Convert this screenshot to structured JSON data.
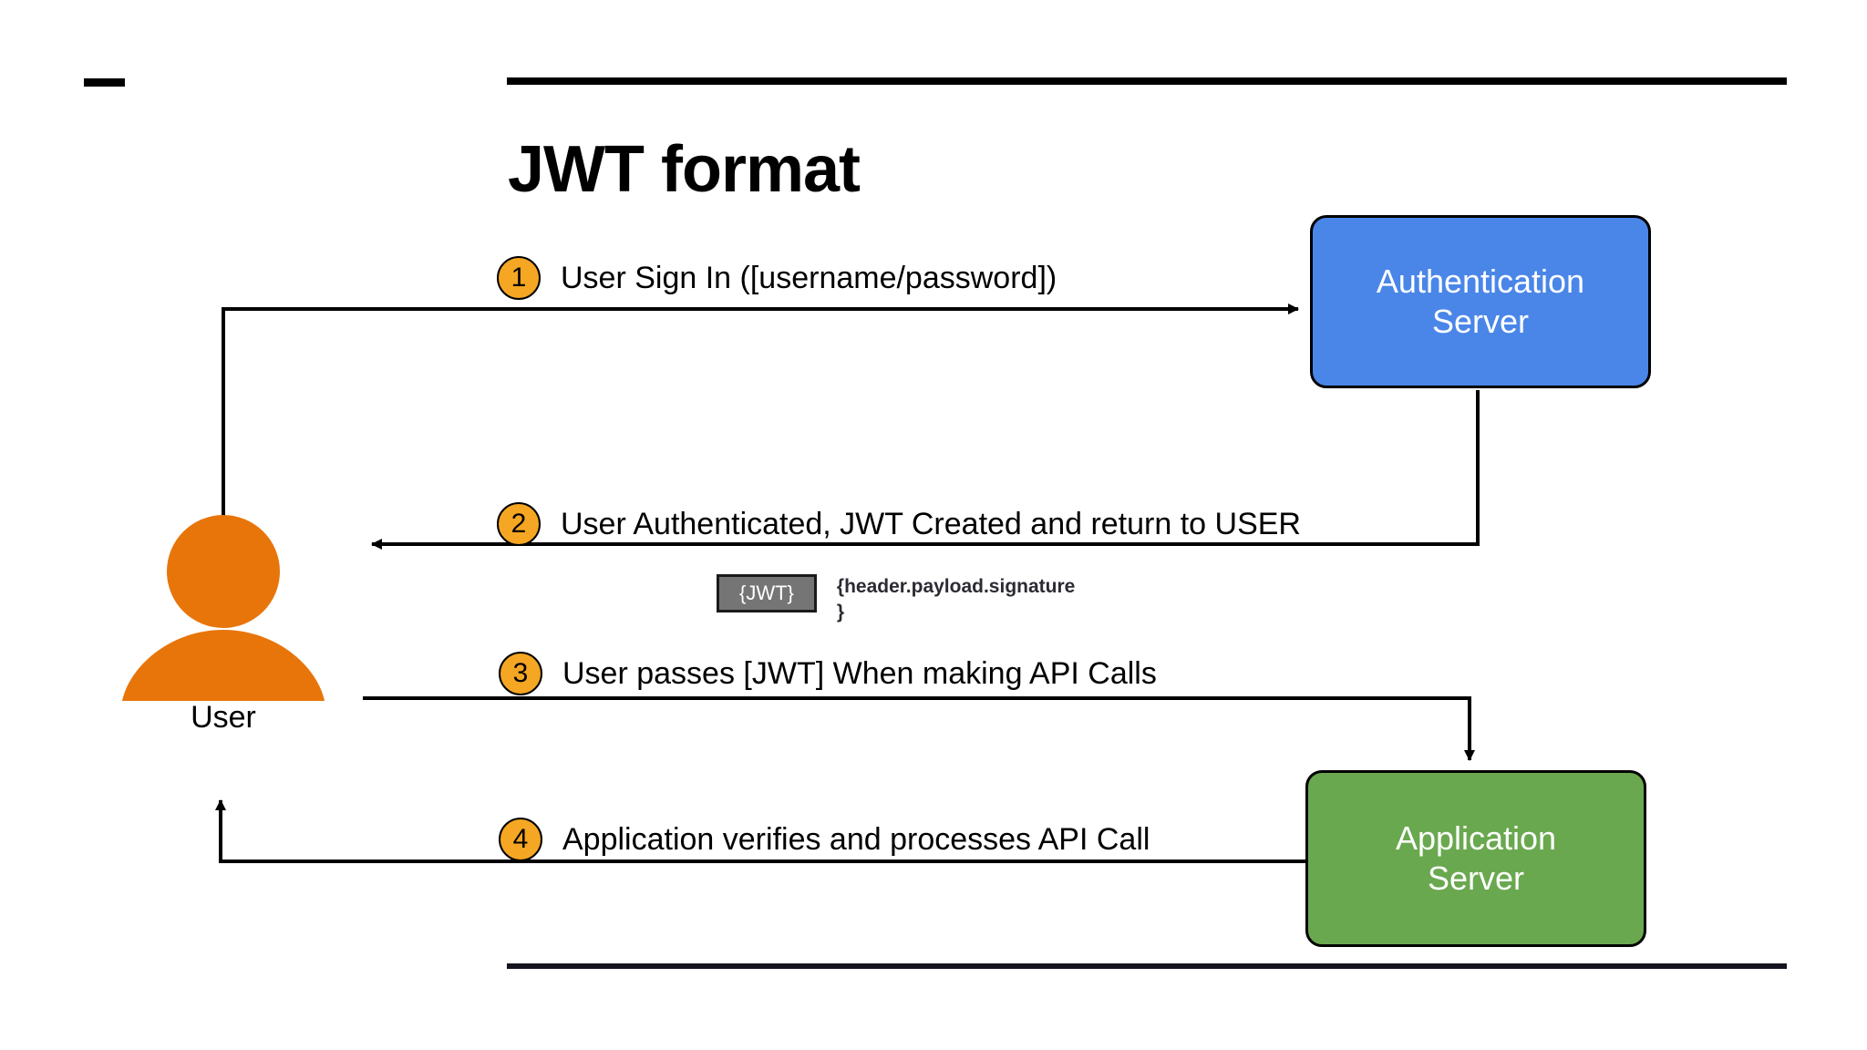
{
  "slide": {
    "title": "JWT format",
    "accent_orange": "#f5a623",
    "auth_box_color": "#4a86e8",
    "app_box_color": "#6aa84f",
    "jwt_chip_color": "#757575",
    "actor_color": "#e8750a",
    "line_color": "#000000"
  },
  "actor": {
    "label": "User",
    "icon": "user-avatar-icon"
  },
  "nodes": {
    "auth_server": {
      "line1": "Authentication",
      "line2": "Server"
    },
    "app_server": {
      "line1": "Application",
      "line2": "Server"
    }
  },
  "steps": [
    {
      "number": "1",
      "text": "User Sign In ([username/password])"
    },
    {
      "number": "2",
      "text": "User Authenticated, JWT Created and return to USER"
    },
    {
      "number": "3",
      "text": "User passes [JWT] When making API Calls"
    },
    {
      "number": "4",
      "text": "Application verifies and processes API Call"
    }
  ],
  "jwt_detail": {
    "chip": "{JWT}",
    "code_line1": "{header.payload.signature",
    "code_line2": "}"
  }
}
